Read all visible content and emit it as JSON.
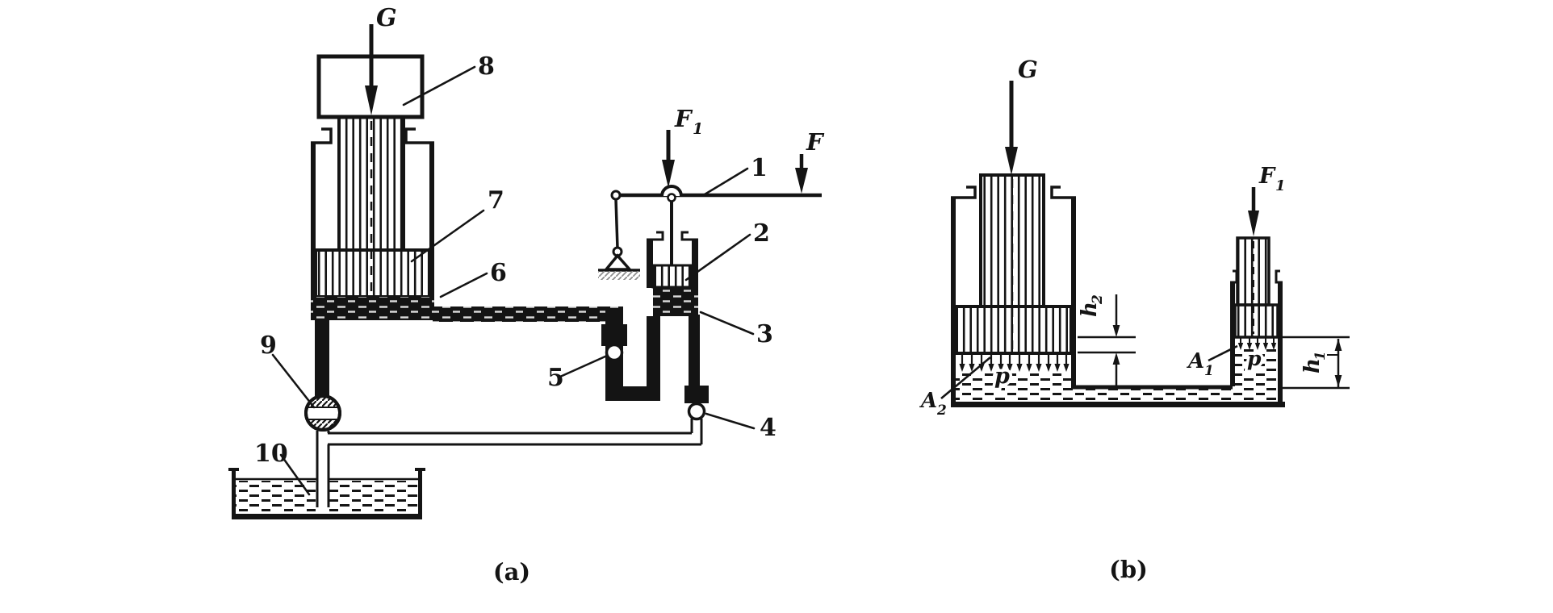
{
  "colors": {
    "ink": "#141414",
    "paper": "#ffffff"
  },
  "figure_a": {
    "caption": "(a)",
    "forces": {
      "G": "G",
      "F1_main": "F",
      "F1_sub": "1",
      "F": "F"
    },
    "part_labels": {
      "n1": "1",
      "n2": "2",
      "n3": "3",
      "n4": "4",
      "n5": "5",
      "n6": "6",
      "n7": "7",
      "n8": "8",
      "n9": "9",
      "n10": "10"
    }
  },
  "figure_b": {
    "caption": "(b)",
    "forces": {
      "G": "G",
      "F1_main": "F",
      "F1_sub": "1"
    },
    "areas": {
      "A1_main": "A",
      "A1_sub": "1",
      "A2_main": "A",
      "A2_sub": "2"
    },
    "pressures": {
      "left": "p",
      "right": "p"
    },
    "heights": {
      "h1_main": "h",
      "h1_sub": "1",
      "h2_main": "h",
      "h2_sub": "2"
    }
  }
}
